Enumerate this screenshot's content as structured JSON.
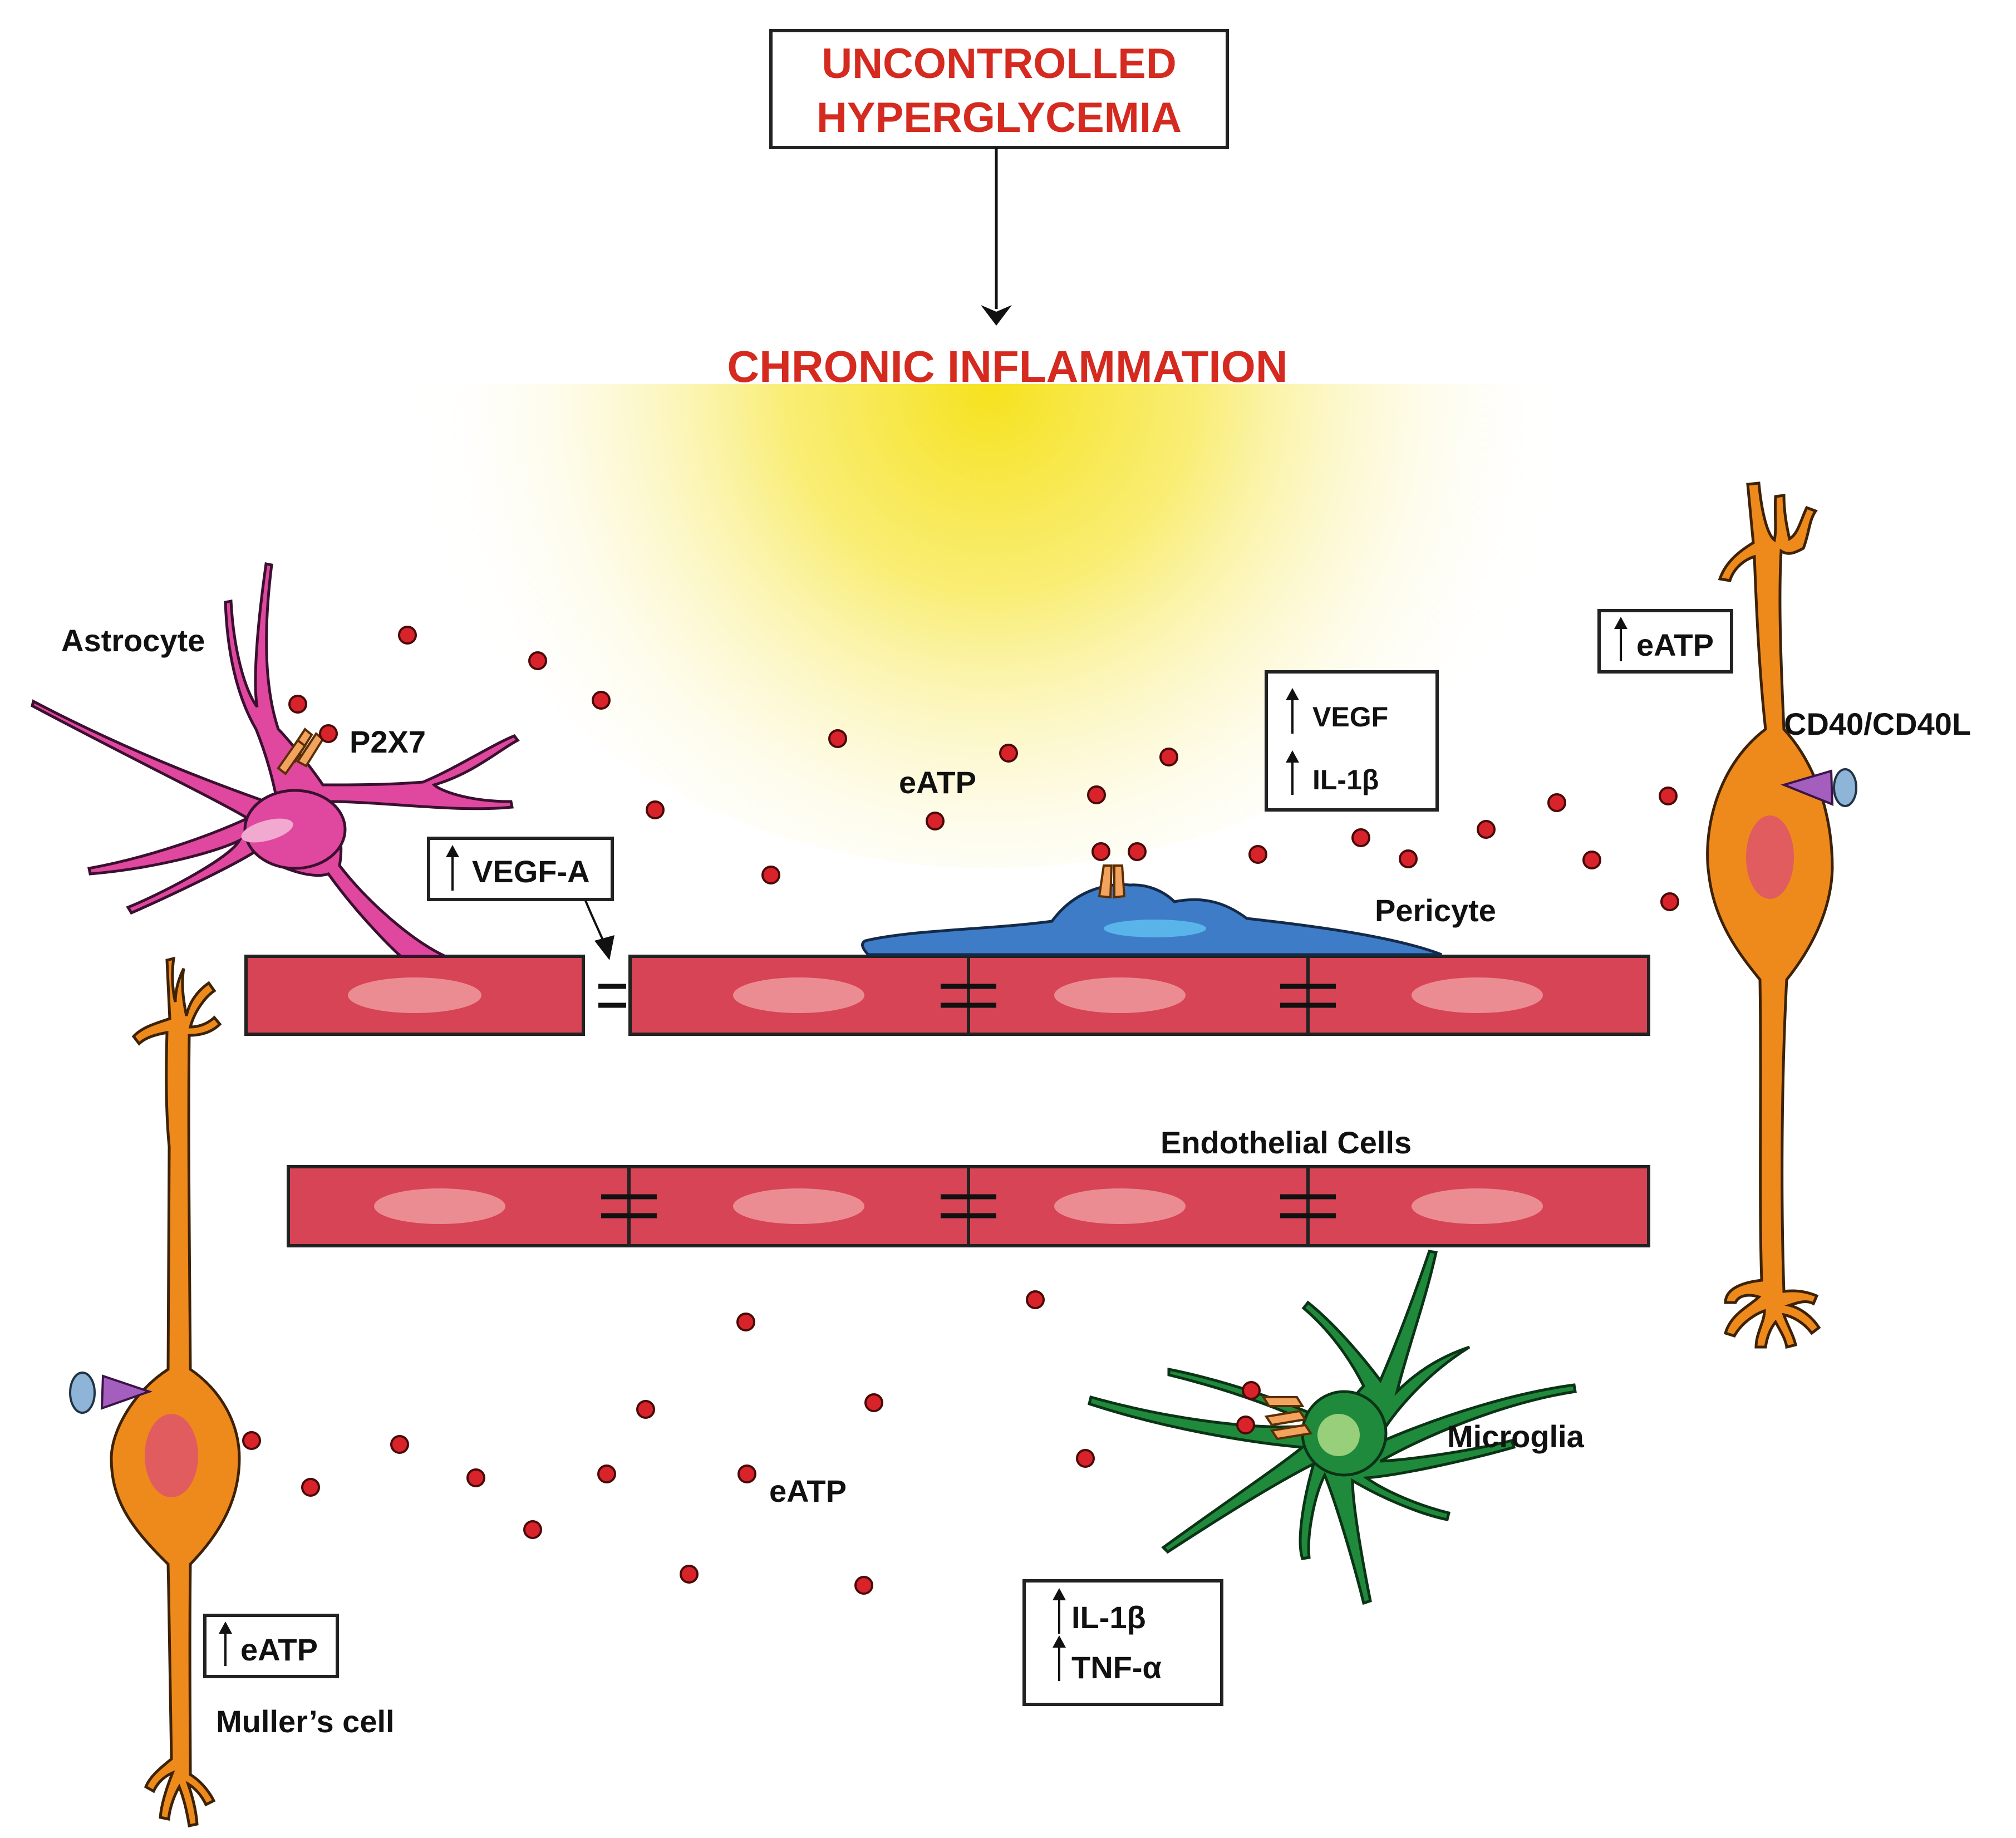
{
  "title": {
    "line1": "UNCONTROLLED",
    "line2": "HYPERGLYCEMIA"
  },
  "subtitle": "CHRONIC INFLAMMATION",
  "labels": {
    "astrocyte": "Astrocyte",
    "p2x7": "P2X7",
    "eatp_top": "eATP",
    "pericyte": "Pericyte",
    "cd40": "CD40/CD40L",
    "endothelial": "Endothelial Cells",
    "microglia": "Microglia",
    "eatp_bottom": "eATP",
    "muller": "Muller’s cell"
  },
  "boxes": {
    "vegf_a": "VEGF-A",
    "vegf": "VEGF",
    "il1b_pericyte": "IL-1β",
    "eatp_right": "eATP",
    "eatp_left": "eATP",
    "il1b_microglia": "IL-1β",
    "tnfa": "TNF-α"
  },
  "colors": {
    "title_red": "#d42a1f",
    "glow_yellow": "#f7e425",
    "endothelial": "#d64455",
    "endothelial_nucleus": "#eb8c93",
    "astrocyte": "#e0479e",
    "pericyte": "#3f7cc8",
    "muller": "#ee8a1c",
    "microglia": "#1f8a3b",
    "receptor_orange": "#f2a35e",
    "cd40_purple": "#a45fbe",
    "cd40_blue": "#8eb4d8",
    "eatp_dot": "#d8232a"
  }
}
